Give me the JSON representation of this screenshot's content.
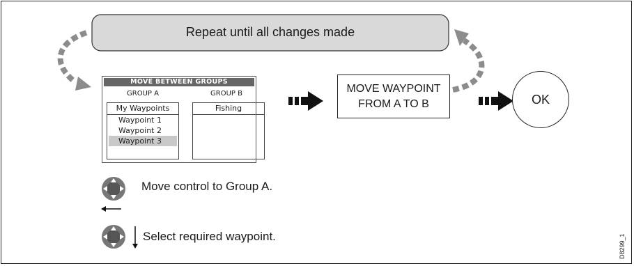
{
  "banner": {
    "text": "Repeat until all changes made"
  },
  "screen": {
    "title": "MOVE BETWEEN GROUPS",
    "group_a": {
      "heading": "GROUP A",
      "list_header": "My Waypoints",
      "items": [
        "Waypoint 1",
        "Waypoint 2",
        "Waypoint 3"
      ],
      "selected_index": 2
    },
    "group_b": {
      "heading": "GROUP B",
      "list_header": "Fishing",
      "items": []
    }
  },
  "action": {
    "line1": "MOVE WAYPOINT",
    "line2": "FROM A TO B"
  },
  "confirm": {
    "label": "OK"
  },
  "steps": [
    {
      "text": "Move control to Group A.",
      "direction": "left",
      "icon": "trackpad-icon"
    },
    {
      "text": "Select required waypoint.",
      "direction": "down",
      "icon": "trackpad-icon"
    }
  ],
  "ref_code": "D8299_1",
  "colors": {
    "banner_fill": "#d9d9d9",
    "dash_arrow": "#8c8c8c",
    "flow_arrow": "#111111",
    "selected_row": "#c8c8c8",
    "screen_title_bar": "#666666"
  }
}
